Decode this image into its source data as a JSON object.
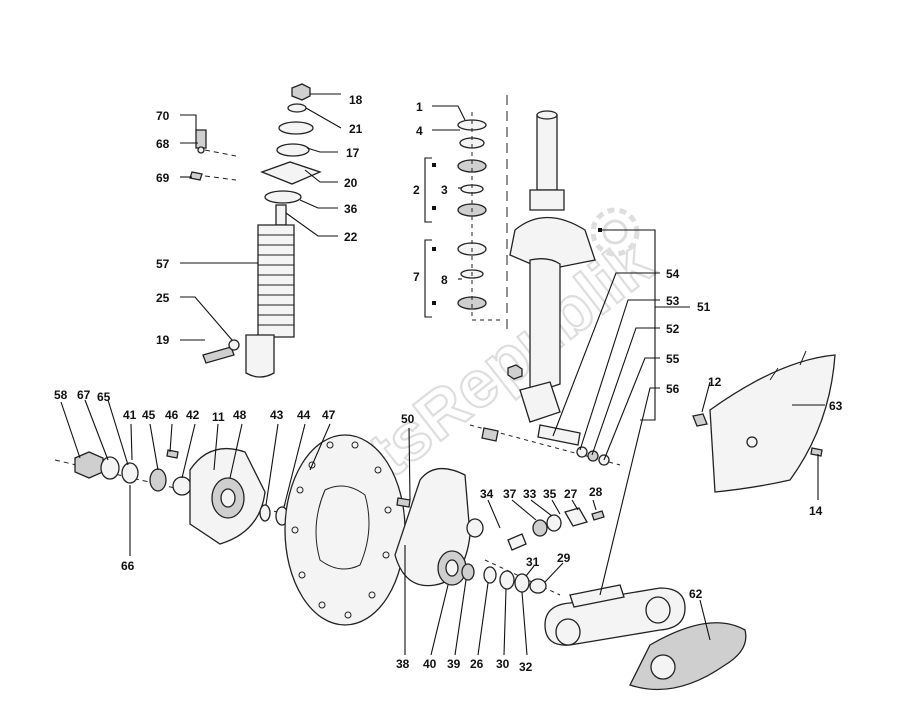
{
  "watermark": "PartsRepublik",
  "callouts": [
    {
      "id": "c18",
      "label": "18"
    },
    {
      "id": "c21",
      "label": "21"
    },
    {
      "id": "c17",
      "label": "17"
    },
    {
      "id": "c20",
      "label": "20"
    },
    {
      "id": "c36",
      "label": "36"
    },
    {
      "id": "c22",
      "label": "22"
    },
    {
      "id": "c70",
      "label": "70"
    },
    {
      "id": "c68",
      "label": "68"
    },
    {
      "id": "c69",
      "label": "69"
    },
    {
      "id": "c57",
      "label": "57"
    },
    {
      "id": "c25",
      "label": "25"
    },
    {
      "id": "c19",
      "label": "19"
    },
    {
      "id": "c1",
      "label": "1"
    },
    {
      "id": "c4",
      "label": "4"
    },
    {
      "id": "c2",
      "label": "2"
    },
    {
      "id": "c3",
      "label": "3"
    },
    {
      "id": "c7",
      "label": "7"
    },
    {
      "id": "c8",
      "label": "8"
    },
    {
      "id": "c51",
      "label": "51"
    },
    {
      "id": "c54",
      "label": "54"
    },
    {
      "id": "c53",
      "label": "53"
    },
    {
      "id": "c52",
      "label": "52"
    },
    {
      "id": "c55",
      "label": "55"
    },
    {
      "id": "c56",
      "label": "56"
    },
    {
      "id": "c12",
      "label": "12"
    },
    {
      "id": "c63",
      "label": "63"
    },
    {
      "id": "c14",
      "label": "14"
    },
    {
      "id": "c58",
      "label": "58"
    },
    {
      "id": "c67",
      "label": "67"
    },
    {
      "id": "c65",
      "label": "65"
    },
    {
      "id": "c41",
      "label": "41"
    },
    {
      "id": "c45",
      "label": "45"
    },
    {
      "id": "c46",
      "label": "46"
    },
    {
      "id": "c42",
      "label": "42"
    },
    {
      "id": "c11",
      "label": "11"
    },
    {
      "id": "c48",
      "label": "48"
    },
    {
      "id": "c43",
      "label": "43"
    },
    {
      "id": "c44",
      "label": "44"
    },
    {
      "id": "c47",
      "label": "47"
    },
    {
      "id": "c50",
      "label": "50"
    },
    {
      "id": "c66",
      "label": "66"
    },
    {
      "id": "c34",
      "label": "34"
    },
    {
      "id": "c37",
      "label": "37"
    },
    {
      "id": "c33",
      "label": "33"
    },
    {
      "id": "c35",
      "label": "35"
    },
    {
      "id": "c27",
      "label": "27"
    },
    {
      "id": "c28",
      "label": "28"
    },
    {
      "id": "c31",
      "label": "31"
    },
    {
      "id": "c29",
      "label": "29"
    },
    {
      "id": "c62",
      "label": "62"
    },
    {
      "id": "c38",
      "label": "38"
    },
    {
      "id": "c40",
      "label": "40"
    },
    {
      "id": "c39",
      "label": "39"
    },
    {
      "id": "c26",
      "label": "26"
    },
    {
      "id": "c30",
      "label": "30"
    },
    {
      "id": "c32",
      "label": "32"
    }
  ]
}
